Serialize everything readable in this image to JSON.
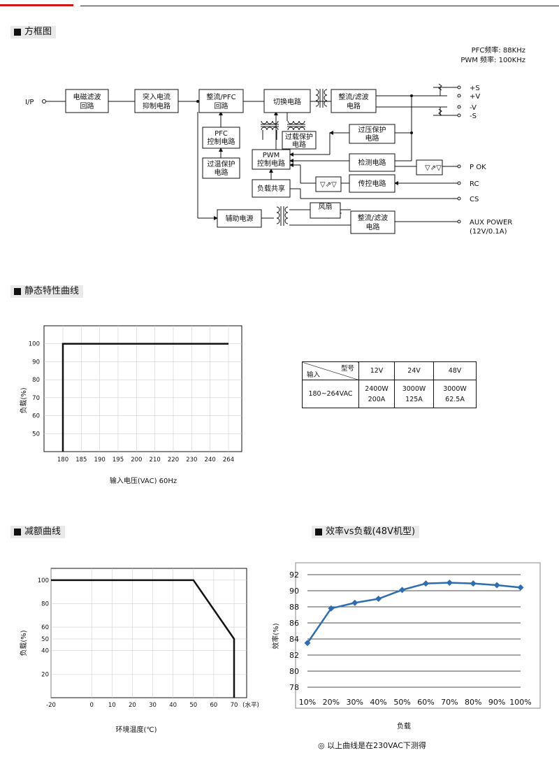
{
  "sections": {
    "block": "方框图",
    "static": "静态特性曲线",
    "derating": "减额曲线",
    "efficiency": "效率vs负载(48V机型)"
  },
  "freq": {
    "pfc": "PFC频率: 88KHz",
    "pwm": "PWM 频率: 100KHz"
  },
  "blocks": {
    "emi": [
      "电磁滤波",
      "回路"
    ],
    "inrush": [
      "突入电流",
      "抑制电路"
    ],
    "pfc_rect": [
      "整流/PFC",
      "回路"
    ],
    "switch": [
      "切换电路"
    ],
    "out_rect": [
      "整流/滤波",
      "电路"
    ],
    "pfc_ctrl": [
      "PFC",
      "控制电路"
    ],
    "otp": [
      "过温保护",
      "电路"
    ],
    "olp": [
      "过载保护",
      "电路"
    ],
    "ovp": [
      "过压保护",
      "电路"
    ],
    "pwm": [
      "PWM",
      "控制电路"
    ],
    "detect": [
      "检测电路"
    ],
    "ls": [
      "负载共享"
    ],
    "rc_ctrl": [
      "传控电路"
    ],
    "aux": [
      "辅助电源"
    ],
    "fan": [
      "风扇"
    ],
    "aux_rect": [
      "整流/滤波",
      "电路"
    ]
  },
  "io": {
    "ip": "I/P",
    "s_plus": "+S",
    "v_plus": "+V",
    "v_minus": "-V",
    "s_minus": "-S",
    "pok": "P OK",
    "rc": "RC",
    "cs": "CS",
    "aux1": "AUX POWER",
    "aux2": "(12V/0.1A)"
  },
  "static_chart": {
    "type": "line",
    "x_ticks": [
      "180",
      "185",
      "190",
      "195",
      "200",
      "210",
      "220",
      "230",
      "240",
      "264"
    ],
    "y_ticks": [
      50,
      60,
      70,
      80,
      90,
      100
    ],
    "ylim": [
      40,
      110
    ],
    "series": [
      {
        "x_index": [
          0,
          0,
          9
        ],
        "y": [
          40,
          100,
          100
        ]
      }
    ],
    "xlabel": "输入电压(VAC) 60Hz",
    "ylabel": "负载(%)"
  },
  "spec_table": {
    "corner_top": "型号",
    "corner_bottom": "输入",
    "models": [
      "12V",
      "24V",
      "48V"
    ],
    "input": "180~264VAC",
    "power": [
      "2400W",
      "3000W",
      "3000W"
    ],
    "current": [
      "200A",
      "125A",
      "62.5A"
    ]
  },
  "derating_chart": {
    "type": "line",
    "x_ticks": [
      -20,
      0,
      10,
      20,
      30,
      40,
      50,
      60,
      70
    ],
    "x_tick_suffix": "(水平)",
    "xlim": [
      -20,
      70
    ],
    "y_ticks": [
      20,
      40,
      50,
      60,
      80,
      100
    ],
    "ylim": [
      0,
      110
    ],
    "series": [
      {
        "x": [
          -20,
          50,
          70,
          70
        ],
        "y": [
          100,
          100,
          50,
          0
        ]
      }
    ],
    "xlabel": "环境温度(℃)",
    "ylabel": "负载(%)"
  },
  "efficiency_chart": {
    "type": "line",
    "categories": [
      "10%",
      "20%",
      "30%",
      "40%",
      "50%",
      "60%",
      "70%",
      "80%",
      "90%",
      "100%"
    ],
    "values": [
      83.5,
      87.8,
      88.5,
      89.0,
      90.1,
      90.9,
      91.0,
      90.9,
      90.7,
      90.4
    ],
    "y_ticks": [
      78,
      80,
      82,
      84,
      86,
      88,
      90,
      92
    ],
    "ylim": [
      78,
      92
    ],
    "xlabel": "负载",
    "ylabel": "效率(%)",
    "color": "#2e6db0"
  },
  "note": "◎ 以上曲线是在230VAC下测得"
}
